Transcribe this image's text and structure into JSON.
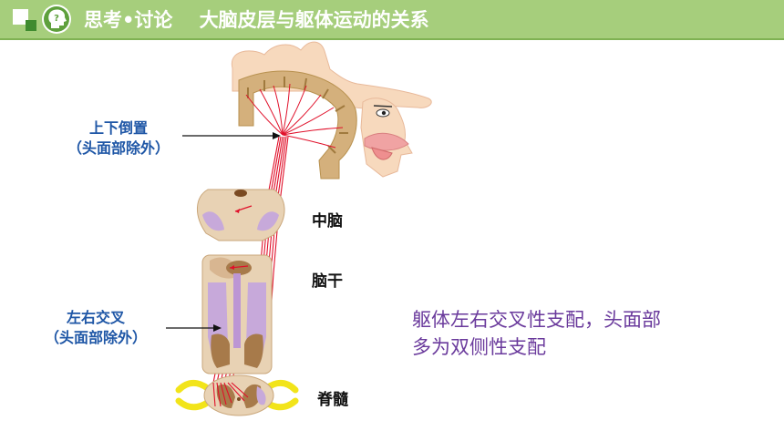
{
  "header": {
    "title": "思考•讨论    大脑皮层与躯体运动的关系"
  },
  "labels": {
    "cortex_line1": "上下倒置",
    "cortex_line2": "（头面部除外）",
    "cross_line1": "左右交叉",
    "cross_line2": "（头面部除外）",
    "midbrain": "中脑",
    "brainstem": "脑干",
    "spinal": "脊髓"
  },
  "note": {
    "line1": "躯体左右交叉性支配，头面部",
    "line2": "多为双侧性支配"
  },
  "colors": {
    "header_bg": "#a6ce7c",
    "blue_text": "#1e56a6",
    "purple_text": "#6a3a9c",
    "tract_red": "#e0102a"
  }
}
